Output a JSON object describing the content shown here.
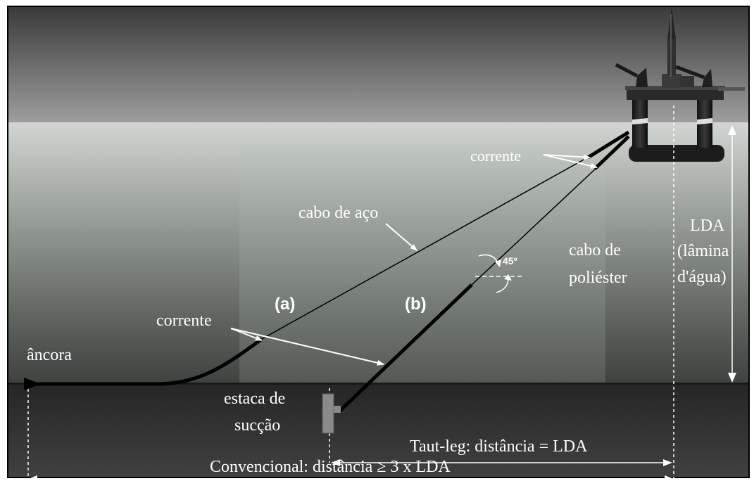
{
  "labels": {
    "anchor": "âncora",
    "chain_top": "corrente",
    "steel_cable": "cabo de aço",
    "chain_bottom": "corrente",
    "tag_a": "(a)",
    "tag_b": "(b)",
    "angle": "45º",
    "polyester_line1": "cabo de",
    "polyester_line2": "poliéster",
    "lda_line1": "LDA",
    "lda_line2": "(lâmina",
    "lda_line3": "d'água)",
    "suction_line1": "estaca de",
    "suction_line2": "sucção",
    "tautleg_distance": "Taut-leg: distância = LDA",
    "conventional_distance": "Convencional: distância ≥ 3 x LDA"
  },
  "colors": {
    "sky_top": "#3e3e3e",
    "sky_bottom": "#9a9a9a",
    "water_top": "#cdd2cd",
    "water_bottom": "#434643",
    "seabed": "#2b2b2b",
    "line": "#000000",
    "annotation": "#ffffff"
  }
}
